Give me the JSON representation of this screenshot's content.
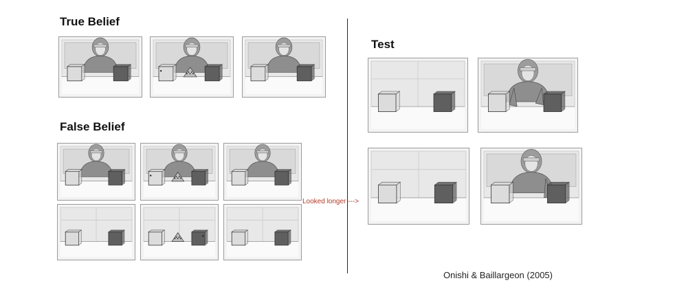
{
  "sections": {
    "true_belief": "True Belief",
    "false_belief": "False Belief",
    "test": "Test"
  },
  "annotation": "Looked longer --->",
  "citation": "Onishi & Baillargeon (2005)",
  "colors": {
    "box_light": "#dcdcdc",
    "box_dark": "#5f5f5f",
    "annotation": "#b23b2b"
  },
  "panels": {
    "true_belief": [
      {
        "person": "watching",
        "watermelon": false,
        "toy": false
      },
      {
        "person": "watching",
        "watermelon": true,
        "toy": "left"
      },
      {
        "person": "watching",
        "watermelon": false,
        "toy": false
      }
    ],
    "false_belief_top": [
      {
        "person": "watching",
        "watermelon": false,
        "toy": false
      },
      {
        "person": "watching",
        "watermelon": true,
        "toy": "left"
      },
      {
        "person": "watching",
        "watermelon": false,
        "toy": false
      }
    ],
    "false_belief_bottom": [
      {
        "person": "absent",
        "watermelon": false,
        "toy": false
      },
      {
        "person": "absent",
        "watermelon": true,
        "toy": "right"
      },
      {
        "person": "absent",
        "watermelon": false,
        "toy": false
      }
    ],
    "test": [
      {
        "person": "absent",
        "reach": "none"
      },
      {
        "person": "reaching",
        "reach": "left"
      },
      {
        "person": "absent",
        "reach": "none"
      },
      {
        "person": "reaching",
        "reach": "right"
      }
    ]
  }
}
